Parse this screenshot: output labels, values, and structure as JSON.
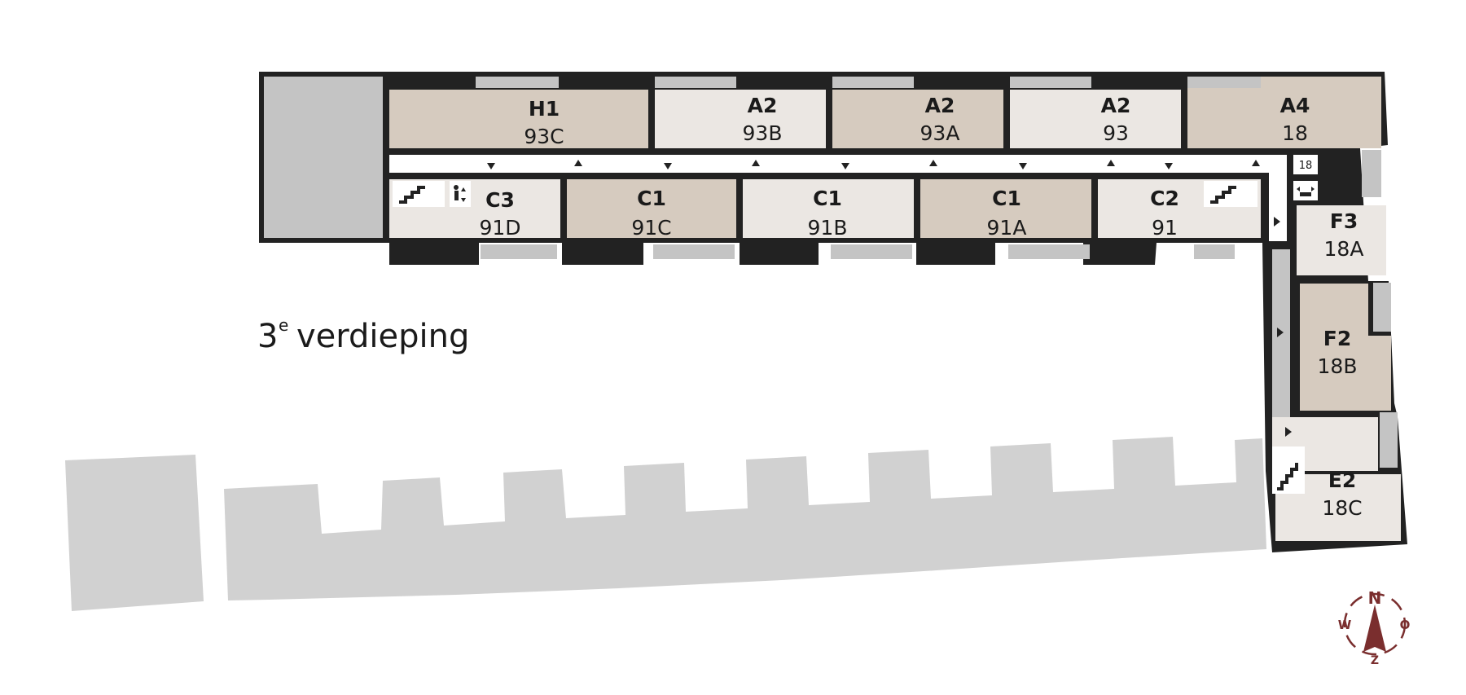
{
  "floor": {
    "number": "3",
    "suffix": "e",
    "word": "verdieping"
  },
  "units": [
    {
      "id": "93C",
      "type": "H1",
      "color": "#d6cbbf"
    },
    {
      "id": "93B",
      "type": "A2",
      "color": "#ebe7e3"
    },
    {
      "id": "93A",
      "type": "A2",
      "color": "#d6cbbf"
    },
    {
      "id": "93",
      "type": "A2",
      "color": "#ebe7e3"
    },
    {
      "id": "18",
      "type": "A4",
      "color": "#d6cbbf"
    },
    {
      "id": "91D",
      "type": "C3",
      "color": "#ebe7e3"
    },
    {
      "id": "91C",
      "type": "C1",
      "color": "#d6cbbf"
    },
    {
      "id": "91B",
      "type": "C1",
      "color": "#ebe7e3"
    },
    {
      "id": "91A",
      "type": "C1",
      "color": "#d6cbbf"
    },
    {
      "id": "91",
      "type": "C2",
      "color": "#ebe7e3"
    },
    {
      "id": "18A",
      "type": "F3",
      "color": "#ebe7e3"
    },
    {
      "id": "18B",
      "type": "F2",
      "color": "#d6cbbf"
    },
    {
      "id": "18C",
      "type": "E2",
      "color": "#ebe7e3"
    }
  ],
  "lift_label": "18",
  "compass": {
    "north": "N",
    "east": "O",
    "south": "Z",
    "west": "W"
  },
  "colors": {
    "wall": "#222222",
    "balcony": "#c4c4c4",
    "neighbor": "#d1d1d1",
    "light_unit": "#ebe7e3",
    "dark_unit": "#d6cbbf",
    "compass": "#7a2e2e"
  }
}
